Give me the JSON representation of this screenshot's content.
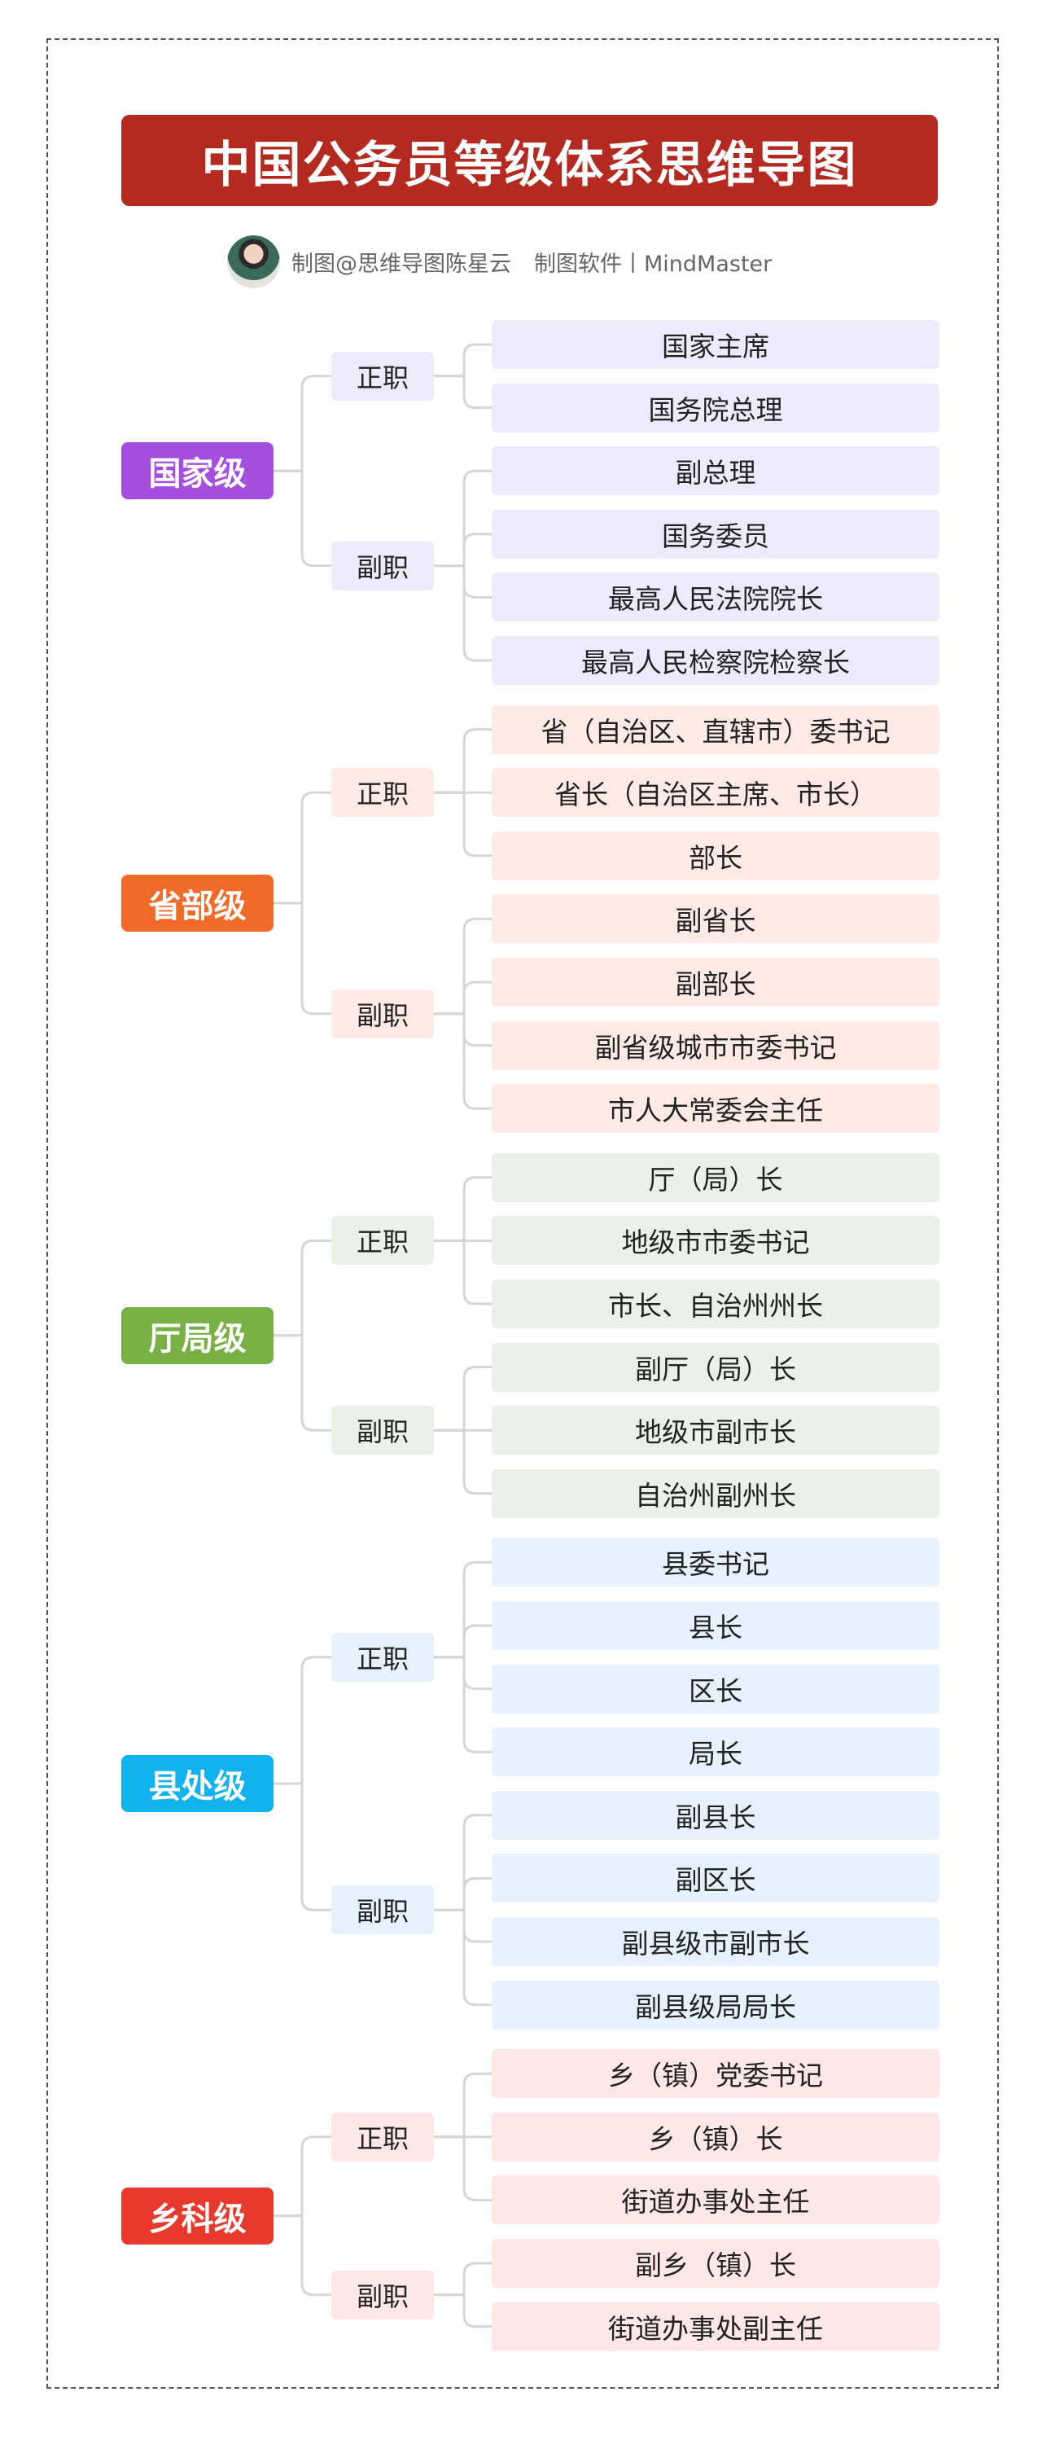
{
  "title": "中国公务员等级体系思维导图",
  "author": {
    "credit": "制图@思维导图陈星云",
    "software": "制图软件丨MindMaster"
  },
  "levels": [
    {
      "name": "国家级",
      "color": "#a44ee0",
      "light": "#efeafb",
      "groups": [
        {
          "name": "正职",
          "items": [
            "国家主席",
            "国务院总理"
          ]
        },
        {
          "name": "副职",
          "items": [
            "副总理",
            "国务委员",
            "最高人民法院院长",
            "最高人民检察院检察长"
          ]
        }
      ]
    },
    {
      "name": "省部级",
      "color": "#f26a27",
      "light": "#fdeae4",
      "groups": [
        {
          "name": "正职",
          "items": [
            "省（自治区、直辖市）委书记",
            "省长（自治区主席、市长）",
            "部长"
          ]
        },
        {
          "name": "副职",
          "items": [
            "副省长",
            "副部长",
            "副省级城市市委书记",
            "市人大常委会主任"
          ]
        }
      ]
    },
    {
      "name": "厅局级",
      "color": "#78b043",
      "light": "#ebf1e8",
      "groups": [
        {
          "name": "正职",
          "items": [
            "厅（局）长",
            "地级市市委书记",
            "市长、自治州州长"
          ]
        },
        {
          "name": "副职",
          "items": [
            "副厅（局）长",
            "地级市副市长",
            "自治州副州长"
          ]
        }
      ]
    },
    {
      "name": "县处级",
      "color": "#12b2ee",
      "light": "#e5f1fc",
      "groups": [
        {
          "name": "正职",
          "items": [
            "县委书记",
            "县长",
            "区长",
            "局长"
          ]
        },
        {
          "name": "副职",
          "items": [
            "副县长",
            "副区长",
            "副县级市副市长",
            "副县级局局长"
          ]
        }
      ]
    },
    {
      "name": "乡科级",
      "color": "#e8392c",
      "light": "#fde7e7",
      "groups": [
        {
          "name": "正职",
          "items": [
            "乡（镇）党委书记",
            "乡（镇）长",
            "街道办事处主任"
          ]
        },
        {
          "name": "副职",
          "items": [
            "副乡（镇）长",
            "街道办事处副主任"
          ]
        }
      ]
    }
  ],
  "line_color": "#d6d6d6"
}
